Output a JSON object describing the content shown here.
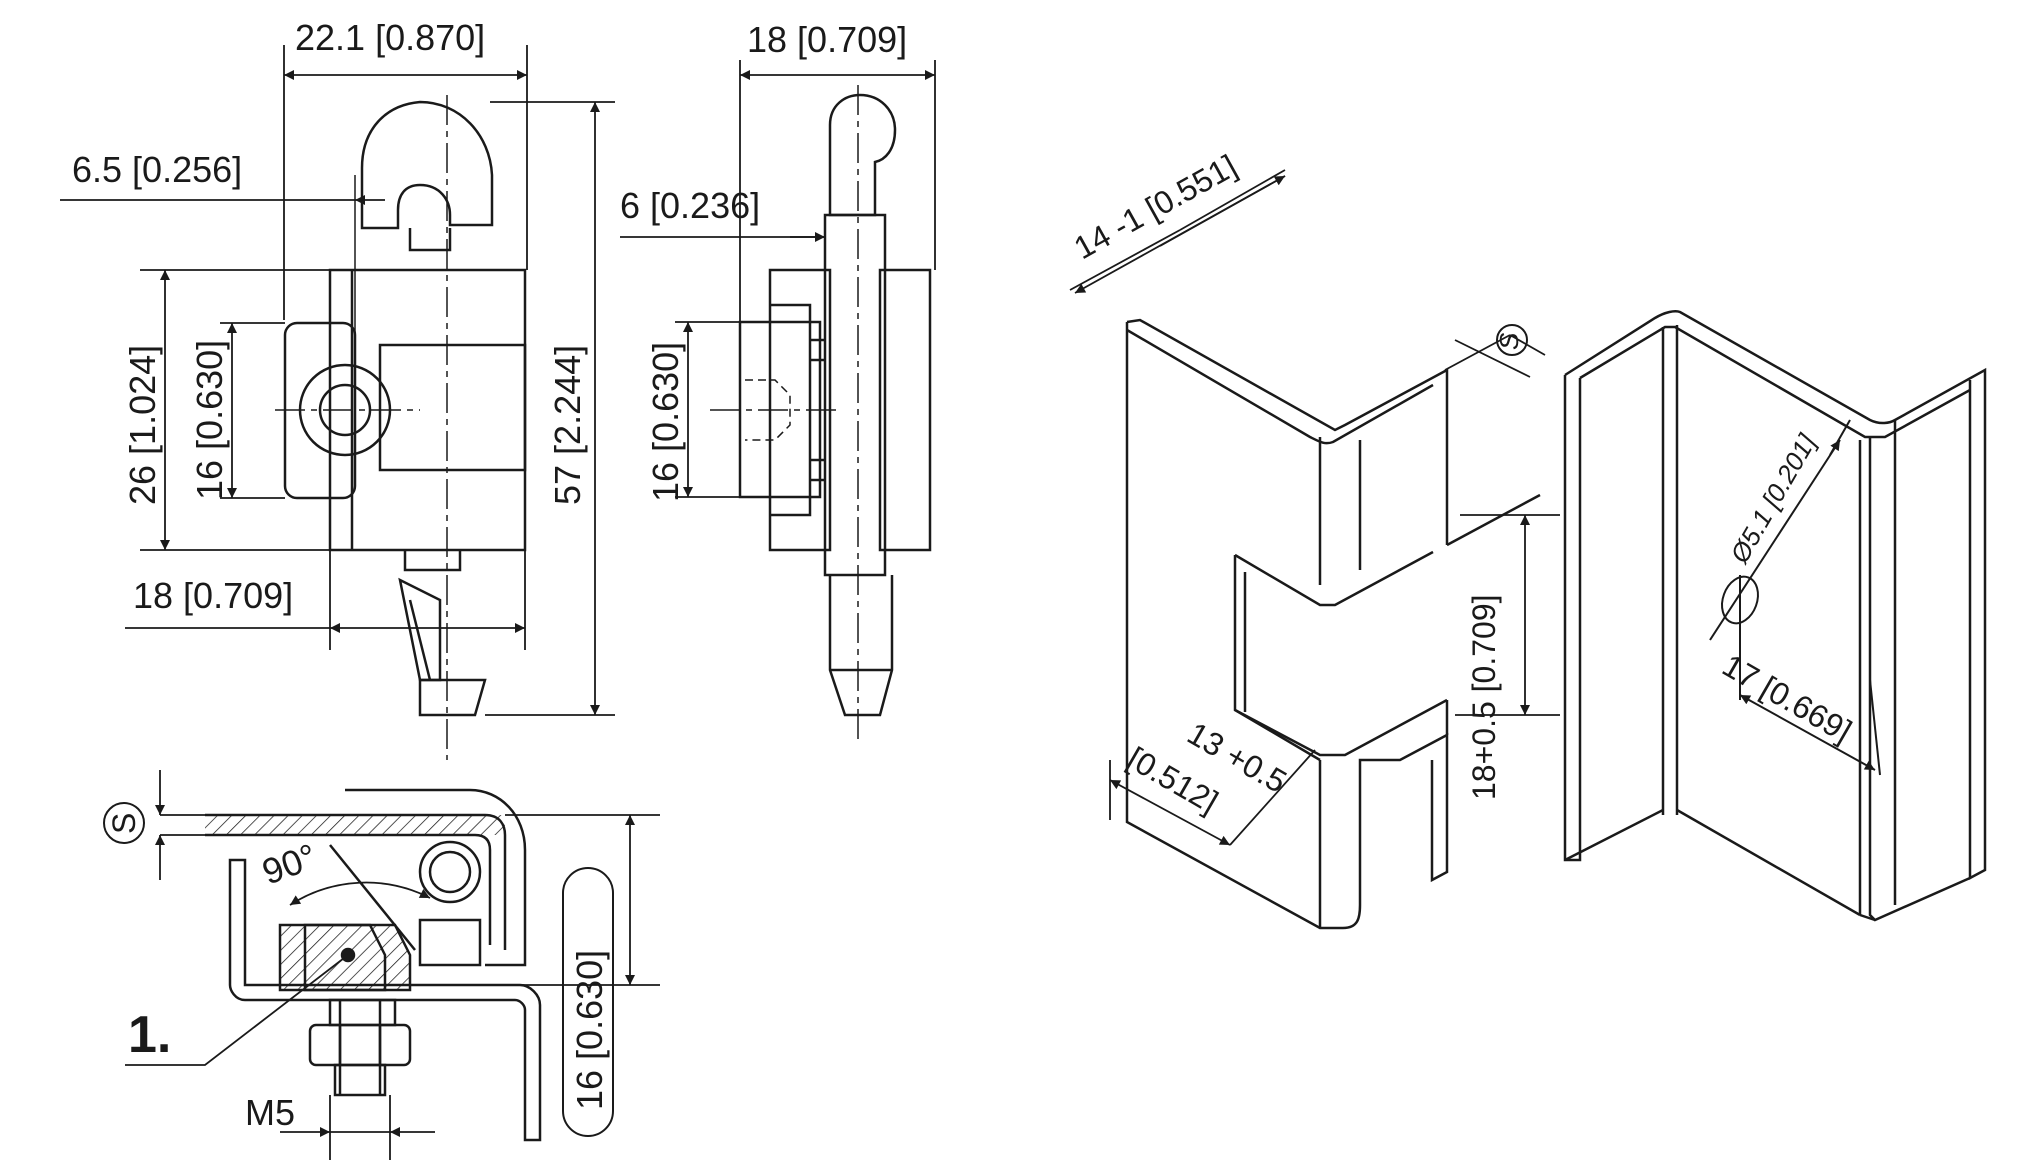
{
  "dimensions": {
    "front_width": "22.1 [0.870]",
    "side_width": "18 [0.709]",
    "hook_offset": "6.5 [0.256]",
    "pin_offset": "6 [0.236]",
    "front_height": "26 [1.024]",
    "front_inner_height": "16 [0.630]",
    "total_height": "57 [2.244]",
    "side_inner_height": "16 [0.630]",
    "base_width": "18 [0.709]",
    "section_height": "16 [0.630]",
    "thread": "M5",
    "angle": "90°",
    "thickness_symbol": "S",
    "callout": "1."
  },
  "cutout": {
    "flange": "14  -1 [0.551]",
    "thickness_symbol": "S",
    "notch_height": "18+0.5 [0.709]",
    "notch_depth": "13 +0.5",
    "notch_depth_in": "[0.512]",
    "hole_diameter": "Ø5.1 [0.201]",
    "hole_position": "17 [0.669]"
  },
  "colors": {
    "line": "#1a1a1a",
    "background": "#ffffff"
  }
}
